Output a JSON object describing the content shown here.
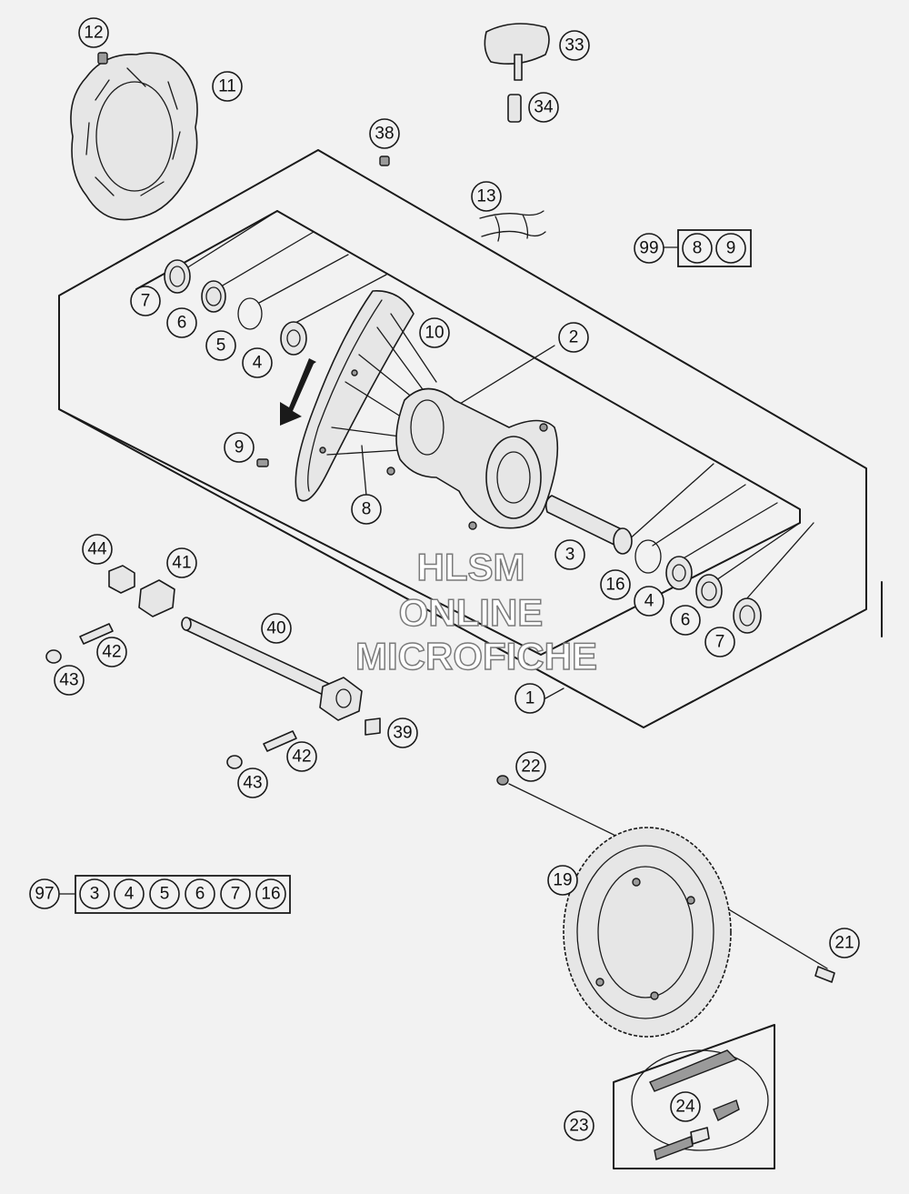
{
  "watermark": {
    "line1": "HLSM",
    "line2": "ONLINE",
    "line3": "MICROFICHE"
  },
  "callouts": {
    "c1": "1",
    "c2": "2",
    "c3": "3",
    "c4a": "4",
    "c4b": "4",
    "c5": "5",
    "c6a": "6",
    "c6b": "6",
    "c7a": "7",
    "c7b": "7",
    "c8": "8",
    "c9": "9",
    "c10": "10",
    "c11": "11",
    "c12": "12",
    "c13": "13",
    "c16": "16",
    "c19": "19",
    "c21": "21",
    "c22": "22",
    "c23": "23",
    "c24": "24",
    "c33": "33",
    "c34": "34",
    "c38": "38",
    "c39": "39",
    "c40": "40",
    "c41": "41",
    "c42a": "42",
    "c42b": "42",
    "c43a": "43",
    "c43b": "43",
    "c44": "44"
  },
  "kit_99": {
    "label": "99",
    "items": [
      "8",
      "9"
    ]
  },
  "kit_97": {
    "label": "97",
    "items": [
      "3",
      "4",
      "5",
      "6",
      "7",
      "16"
    ]
  }
}
